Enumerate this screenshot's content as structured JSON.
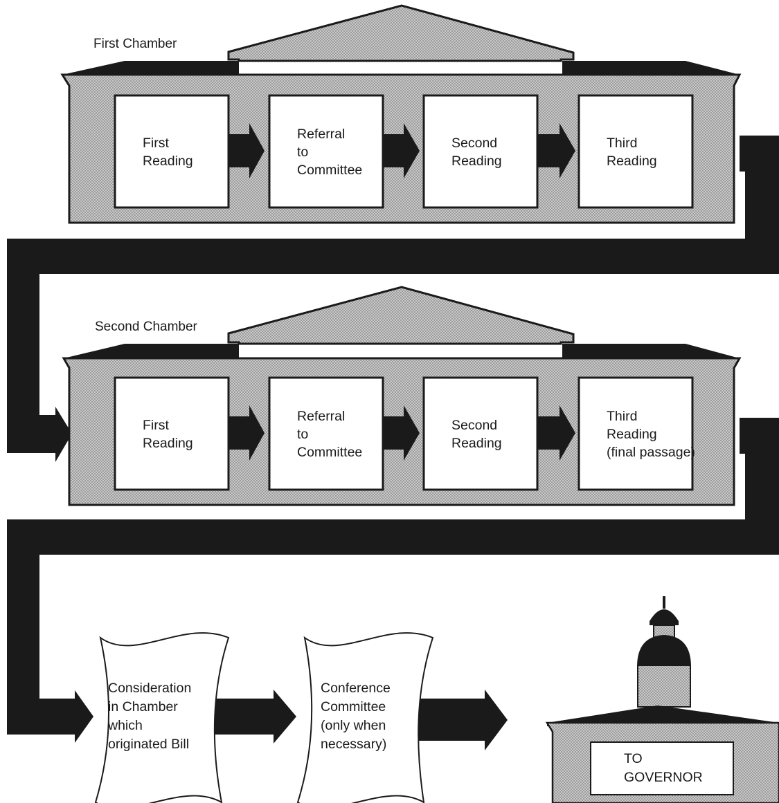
{
  "first_chamber": {
    "label": "First Chamber",
    "steps": [
      [
        "First",
        "Reading"
      ],
      [
        "Referral",
        "to",
        "Committee"
      ],
      [
        "Second",
        "Reading"
      ],
      [
        "Third",
        "Reading"
      ]
    ]
  },
  "second_chamber": {
    "label": "Second Chamber",
    "steps": [
      [
        "First",
        "Reading"
      ],
      [
        "Referral",
        "to",
        "Committee"
      ],
      [
        "Second",
        "Reading"
      ],
      [
        "Third",
        "Reading",
        "(final passage)"
      ]
    ]
  },
  "final_steps": [
    [
      "Consideration",
      "in Chamber",
      "which",
      "originated Bill"
    ],
    [
      "Conference",
      "Committee",
      "(only when",
      "necessary)"
    ]
  ],
  "governor": [
    "TO",
    "GOVERNOR"
  ],
  "colors": {
    "ink": "#1a1a1a",
    "shade": "#bdbdbd",
    "box": "#ffffff"
  }
}
